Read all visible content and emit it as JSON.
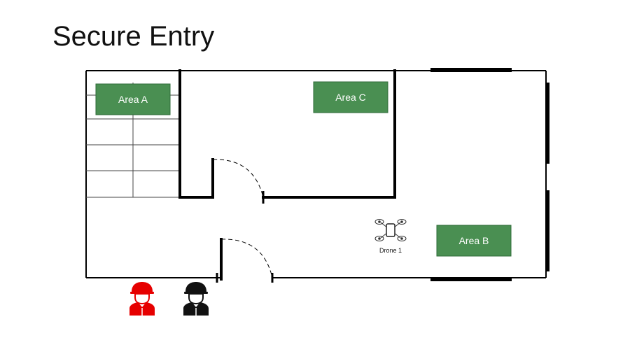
{
  "title": "Secure Entry",
  "areas": {
    "a": {
      "label": "Area A"
    },
    "b": {
      "label": "Area B"
    },
    "c": {
      "label": "Area C"
    }
  },
  "drone": {
    "label": "Drone 1",
    "icon": "drone-icon"
  },
  "soldiers": [
    {
      "icon": "soldier-icon",
      "color": "#e60000"
    },
    {
      "icon": "soldier-icon",
      "color": "#111111"
    }
  ],
  "colors": {
    "area_fill": "#4a8f52",
    "wall": "#000000"
  }
}
